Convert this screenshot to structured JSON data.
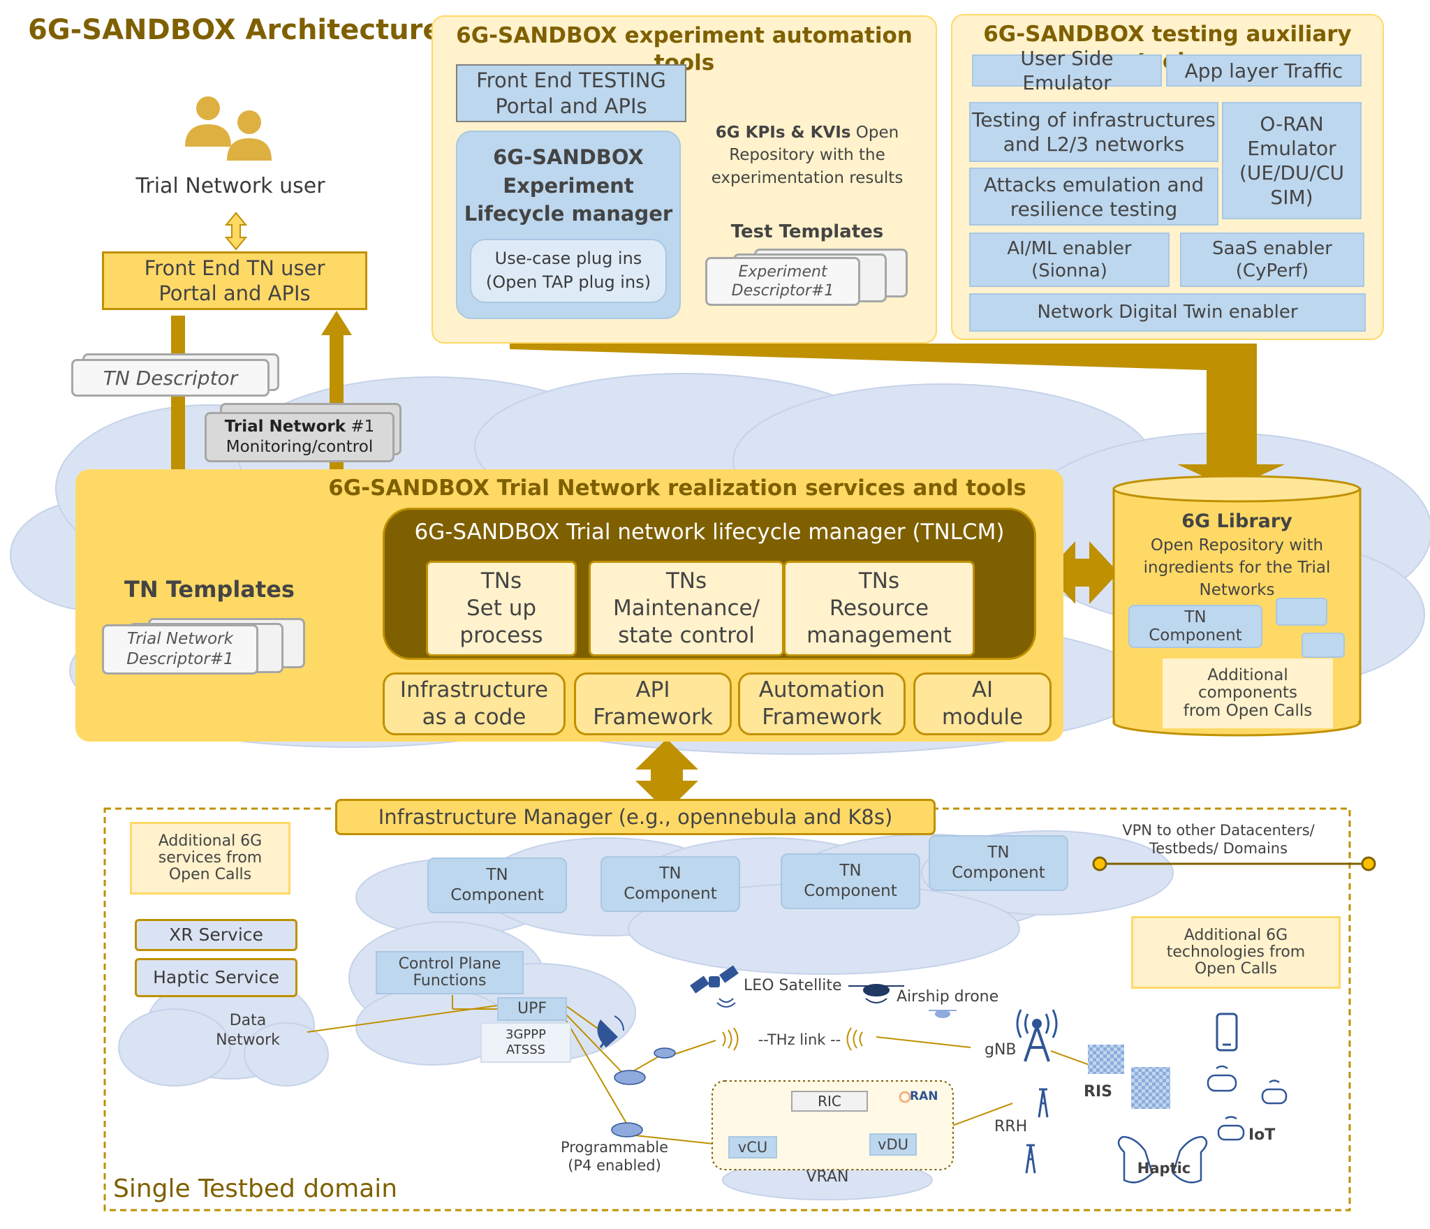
{
  "title": "6G-SANDBOX Architecture",
  "user": {
    "label": "Trial Network user"
  },
  "frontend_tn": "Front End TN user\nPortal and APIs",
  "tn_descriptor": "TN Descriptor",
  "trial_network": {
    "bold": "Trial Network",
    "rest": " #1\nMonitoring/control"
  },
  "automation": {
    "title": "6G-SANDBOX experiment automation tools",
    "frontend_testing": "Front End TESTING\nPortal and APIs",
    "lifecycle": "6G-SANDBOX\nExperiment\nLifecycle manager",
    "plugins": "Use-case plug ins\n(Open TAP plug ins)",
    "kpi_bold": "6G KPIs & KVIs",
    "kpi_rest": " Open Repository with the experimentation results",
    "test_templates": "Test Templates",
    "experiment_descriptor": "Experiment\nDescriptor#1"
  },
  "aux": {
    "title": "6G-SANDBOX testing auxiliary tools",
    "items": [
      "User Side Emulator",
      "App layer Traffic",
      "Testing of infrastructures\nand L2/3 networks",
      "O-RAN\nEmulator\n(UE/DU/CU\nSIM)",
      "Attacks emulation and\nresilience testing",
      "AI/ML enabler\n(Sionna)",
      "SaaS enabler\n(CyPerf)",
      "Network Digital Twin enabler"
    ]
  },
  "realization": {
    "title": "6G-SANDBOX Trial Network realization services and tools",
    "tn_templates": "TN Templates",
    "tn_descriptor": "Trial Network\nDescriptor#1",
    "tnlcm_title": "6G-SANDBOX Trial network  lifecycle manager (TNLCM)",
    "tnlcm_items": [
      "TNs\nSet up\nprocess",
      "TNs\nMaintenance/\nstate control",
      "TNs\nResource\nmanagement"
    ],
    "tools": [
      "Infrastructure\nas a code",
      "API\nFramework",
      "Automation\nFramework",
      "AI\nmodule"
    ]
  },
  "library": {
    "title": "6G Library",
    "desc": "Open Repository with\ningredients for the Trial\nNetworks",
    "component": "TN\nComponent",
    "additional": "Additional\ncomponents\nfrom Open Calls"
  },
  "testbed": {
    "infra_manager": "Infrastructure Manager (e.g., opennebula and K8s)",
    "tn_component": "TN\nComponent",
    "vpn": "VPN to other Datacenters/\nTestbeds/ Domains",
    "add_services": "Additional 6G\nservices from\nOpen Calls",
    "add_tech": "Additional 6G\ntechnologies from\nOpen Calls",
    "xr": "XR Service",
    "haptic_service": "Haptic Service",
    "data_network": "Data\nNetwork",
    "control_plane": "Control Plane\nFunctions",
    "upf": "UPF",
    "atsss": "3GPPP\nATSSS",
    "leo": "LEO Satellite",
    "drone": "Airship drone",
    "thz": "--THz link --",
    "gnb": "gNB",
    "ris": "RIS",
    "rrh": "RRH",
    "ric": "RIC",
    "oran": "RAN",
    "vcu": "vCU",
    "vdu": "vDU",
    "vran": "VRAN",
    "programmable": "Programmable\n(P4 enabled)",
    "iot": "IoT",
    "haptic": "Haptic",
    "domain": "Single Testbed domain"
  }
}
